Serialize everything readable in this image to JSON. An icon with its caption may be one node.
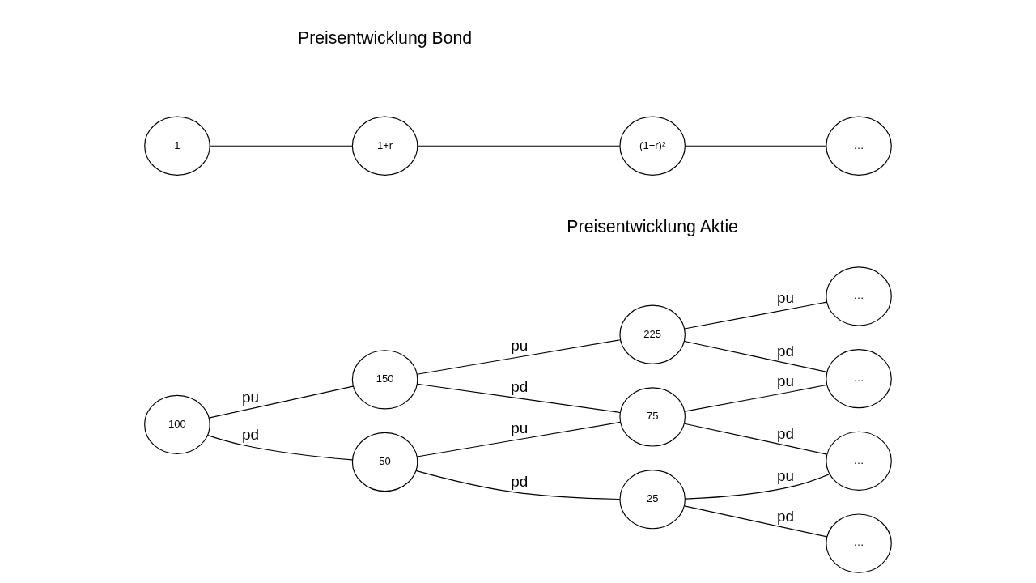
{
  "diagram": {
    "nodes": [
      {
        "text": [
          "100"
        ]
      },
      {
        "text": [
          "150"
        ]
      },
      {
        "text": [
          "50"
        ]
      },
      {
        "text": [
          "225"
        ]
      },
      {
        "text": [
          "75"
        ]
      },
      {
        "text": [
          "25"
        ]
      },
      {
        "text": [
          "…"
        ]
      },
      {
        "text": [
          "…"
        ]
      },
      {
        "text": [
          "…"
        ]
      },
      {
        "text": [
          "…"
        ]
      },
      {
        "text": [
          "1"
        ]
      },
      {
        "text": [
          "1+r"
        ]
      },
      {
        "text": [
          "(1+r)²"
        ]
      },
      {
        "text": [
          "…"
        ]
      }
    ],
    "edges": [
      {
        "from": 0,
        "to": 1,
        "arrow": "none",
        "label": "pu"
      },
      {
        "from": 0,
        "to": 2,
        "arrow": "none",
        "label": "pd"
      },
      {
        "from": 1,
        "to": 3,
        "arrow": "none",
        "label": "pu"
      },
      {
        "from": 1,
        "to": 4,
        "arrow": "none",
        "label": "pd"
      },
      {
        "from": 2,
        "to": 4,
        "arrow": "none",
        "label": "pu"
      },
      {
        "from": 2,
        "to": 5,
        "arrow": "none",
        "label": "pd"
      },
      {
        "from": 3,
        "to": 6,
        "arrow": "none",
        "label": "pu"
      },
      {
        "from": 3,
        "to": 7,
        "arrow": "none",
        "label": "pd"
      },
      {
        "from": 4,
        "to": 7,
        "arrow": "none",
        "label": "pu"
      },
      {
        "from": 4,
        "to": 8,
        "arrow": "none",
        "label": "pd"
      },
      {
        "from": 5,
        "to": 8,
        "arrow": "none",
        "label": "pu"
      },
      {
        "from": 5,
        "to": 9,
        "arrow": "none",
        "label": "pd"
      },
      {
        "from": 10,
        "to": 11,
        "arrow": "none"
      },
      {
        "from": 11,
        "to": 12,
        "arrow": "none"
      },
      {
        "from": 12,
        "to": 13,
        "arrow": "none"
      }
    ],
    "labels": [
      "Preisentwicklung Aktie",
      "Preisentwicklung Bond"
    ]
  }
}
